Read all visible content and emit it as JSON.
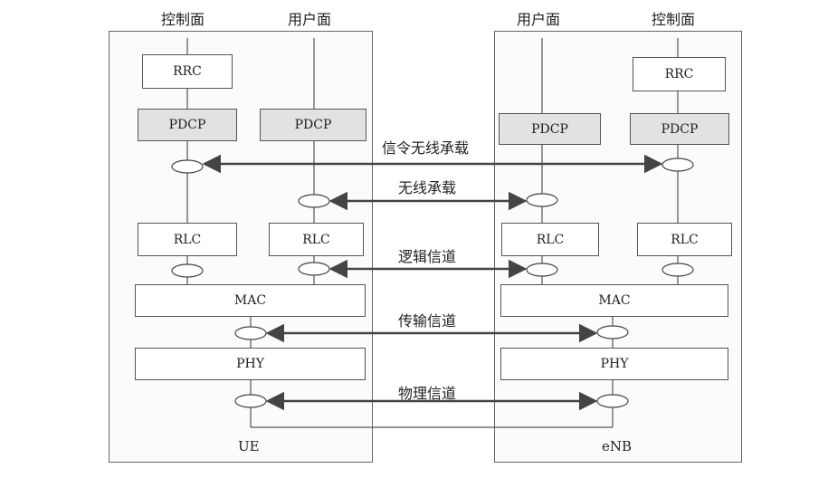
{
  "header": {
    "ue_control": "控制面",
    "ue_user": "用户面",
    "enb_user": "用户面",
    "enb_control": "控制面"
  },
  "ue": {
    "rrc": "RRC",
    "pdcp_control": "PDCP",
    "pdcp_user": "PDCP",
    "rlc_control": "RLC",
    "rlc_user": "RLC",
    "mac": "MAC",
    "phy": "PHY",
    "label": "UE"
  },
  "enb": {
    "rrc": "RRC",
    "pdcp_user": "PDCP",
    "pdcp_control": "PDCP",
    "rlc_user": "RLC",
    "rlc_control": "RLC",
    "mac": "MAC",
    "phy": "PHY",
    "label": "eNB"
  },
  "channels": {
    "signaling_radio_bearer": "信令无线承载",
    "radio_bearer": "无线承载",
    "logical_channel": "逻辑信道",
    "transport_channel": "传输信道",
    "physical_channel": "物理信道"
  },
  "colors": {
    "shaded_box": "#e2e2e2",
    "arrow": "#444444"
  }
}
